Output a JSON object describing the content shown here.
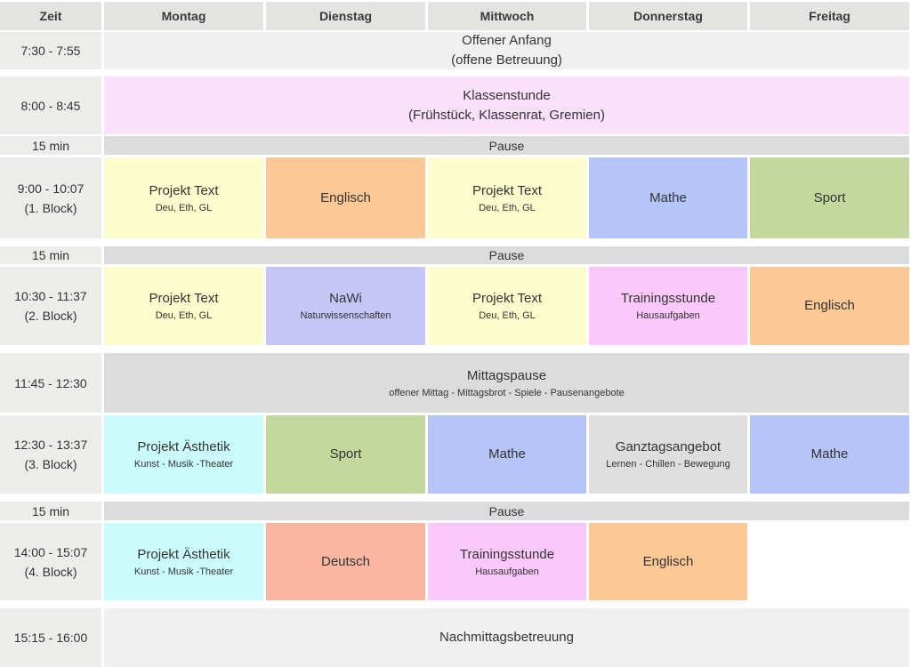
{
  "header": {
    "time": "Zeit",
    "days": [
      "Montag",
      "Dienstag",
      "Mittwoch",
      "Donnerstag",
      "Freitag"
    ]
  },
  "rows": {
    "open": {
      "time": "7:30 - 7:55",
      "line1": "Offener Anfang",
      "line2": "(offene Betreuung)"
    },
    "klasse": {
      "time": "8:00 - 8:45",
      "line1": "Klassenstunde",
      "line2": "(Frühstück, Klassenrat, Gremien)"
    },
    "pause1": {
      "time": "15 min",
      "label": "Pause"
    },
    "block1": {
      "time1": "9:00 - 10:07",
      "time2": "(1. Block)",
      "mon": {
        "title": "Projekt Text",
        "sub": "Deu, Eth, GL"
      },
      "tue": {
        "title": "Englisch"
      },
      "wed": {
        "title": "Projekt Text",
        "sub": "Deu, Eth, GL"
      },
      "thu": {
        "title": "Mathe"
      },
      "fri": {
        "title": "Sport"
      }
    },
    "pause2": {
      "time": "15 min",
      "label": "Pause"
    },
    "block2": {
      "time1": "10:30 - 11:37",
      "time2": "(2. Block)",
      "mon": {
        "title": "Projekt Text",
        "sub": "Deu, Eth, GL"
      },
      "tue": {
        "title": "NaWi",
        "sub": "Naturwissenschaften"
      },
      "wed": {
        "title": "Projekt Text",
        "sub": "Deu, Eth, GL"
      },
      "thu": {
        "title": "Trainingsstunde",
        "sub": "Hausaufgaben"
      },
      "fri": {
        "title": "Englisch"
      }
    },
    "lunch": {
      "time": "11:45 - 12:30",
      "title": "Mittagspause",
      "sub": "offener Mittag - Mittagsbrot - Spiele - Pausenangebote"
    },
    "block3": {
      "time1": "12:30 - 13:37",
      "time2": "(3. Block)",
      "mon": {
        "title": "Projekt Ästhetik",
        "sub": "Kunst - Musik -Theater"
      },
      "tue": {
        "title": "Sport"
      },
      "wed": {
        "title": "Mathe"
      },
      "thu": {
        "title": "Ganztagsangebot",
        "sub": "Lernen - Chillen - Bewegung"
      },
      "fri": {
        "title": "Mathe"
      }
    },
    "pause3": {
      "time": "15 min",
      "label": "Pause"
    },
    "block4": {
      "time1": "14:00 - 15:07",
      "time2": "(4. Block)",
      "mon": {
        "title": "Projekt Ästhetik",
        "sub": "Kunst - Musik -Theater"
      },
      "tue": {
        "title": "Deutsch"
      },
      "wed": {
        "title": "Trainingsstunde",
        "sub": "Hausaufgaben"
      },
      "thu": {
        "title": "Englisch"
      }
    },
    "after": {
      "time": "15:15 - 16:00",
      "label": "Nachmittagsbetreuung"
    }
  },
  "colors": {
    "header": "#e3e3e1",
    "time": "#ececea",
    "projekt_text": "#fcfccc",
    "englisch": "#fcc996",
    "mathe": "#b5c4f9",
    "sport": "#c4d79d",
    "nawi": "#c5c5f8",
    "training": "#fbc8fb",
    "aesthetik": "#cbfcfc",
    "ganztag": "#dedede",
    "deutsch": "#f9b7a1",
    "klassenstunde": "#fbe0fb",
    "pause": "#dcdcdc"
  }
}
